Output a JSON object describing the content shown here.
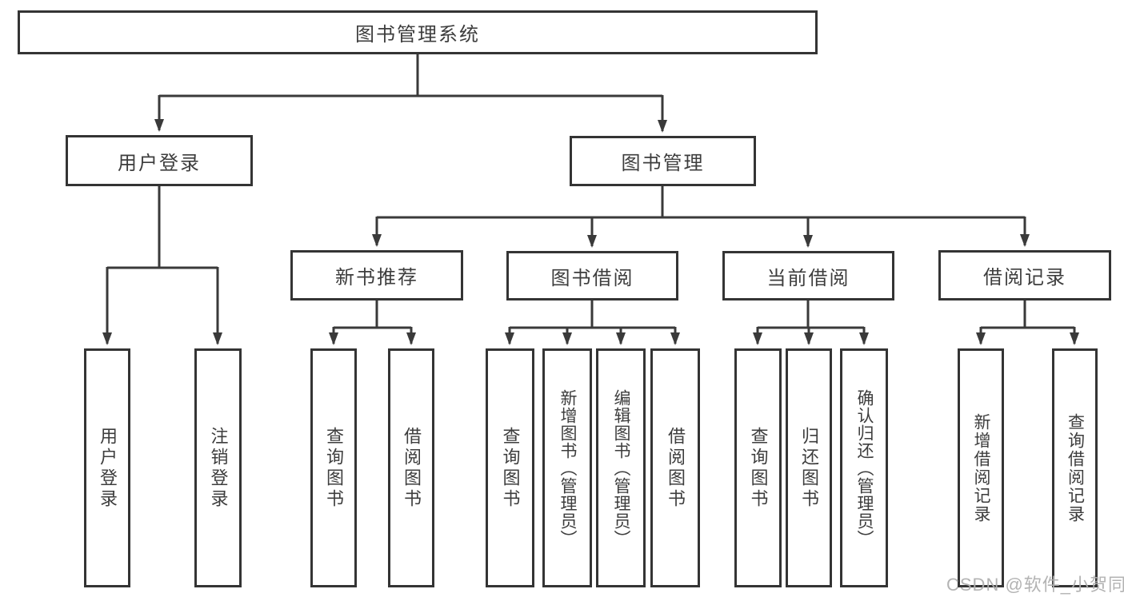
{
  "diagram_title": "图书管理系统",
  "nodes": {
    "root": "图书管理系统",
    "user_login": "用户登录",
    "book_mgmt": "图书管理",
    "new_book_rec": "新书推荐",
    "book_borrow": "图书借阅",
    "current_borrow": "当前借阅",
    "borrow_record": "借阅记录",
    "ul_login": "用户登录",
    "ul_logout": "注销登录",
    "nb_query": "查询图书",
    "nb_borrow": "借阅图书",
    "bb_query": "查询图书",
    "bb_add": "新增图书（管理员）",
    "bb_edit": "编辑图书（管理员）",
    "bb_borrow": "借阅图书",
    "cb_query": "查询图书",
    "cb_return": "归还图书",
    "cb_confirm": "确认归还（管理员）",
    "br_add": "新增借阅记录",
    "br_query": "查询借阅记录"
  },
  "watermark": "CSDN @软件_小贺同学",
  "colors": {
    "line": "#3a3a3a",
    "box_border": "#343434",
    "text": "#3d3d3d",
    "watermark": "#afafaf",
    "background": "#ffffff"
  }
}
